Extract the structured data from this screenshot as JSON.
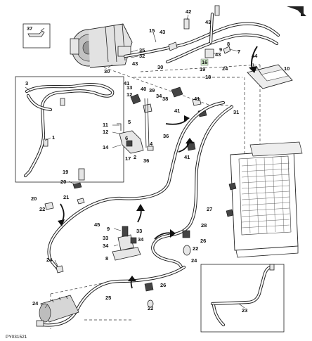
{
  "diagram": {
    "code": "PY031521",
    "highlight_color": "#cfe8c8",
    "callouts": {
      "c37": "37",
      "c42": "42",
      "c43a": "43",
      "c43b": "43",
      "c43c": "43",
      "c43d": "43",
      "c15": "15",
      "c35": "35",
      "c32": "32",
      "c30a": "30",
      "c30b": "30",
      "c7": "7",
      "c8a": "8",
      "c9a": "9",
      "c44": "44",
      "c10": "10",
      "c16": "16",
      "c24a": "24",
      "c19a": "19",
      "c18": "18",
      "c41a": "41",
      "c41b": "41",
      "c41c": "41",
      "c41d": "41",
      "c40": "40",
      "c39": "39",
      "c34a": "34",
      "c38": "38",
      "c13": "13",
      "c12a": "12",
      "c31": "31",
      "c3": "3",
      "c1": "1",
      "c11": "11",
      "c12b": "12",
      "c5": "5",
      "c36a": "36",
      "c36b": "36",
      "c14": "14",
      "c6": "6",
      "c4": "4",
      "c17": "17",
      "c2": "2",
      "c19b": "19",
      "c20a": "20",
      "c20b": "20",
      "c21": "21",
      "c22a": "22",
      "c22b": "22",
      "c45": "45",
      "c27": "27",
      "c9b": "9",
      "c33a": "33",
      "c33b": "33",
      "c34b": "34",
      "c34c": "34",
      "c8b": "8",
      "c28": "28",
      "c26a": "26",
      "c26b": "26",
      "c24b": "24",
      "c24c": "24",
      "c24d": "24",
      "c25": "25",
      "c23": "23"
    }
  }
}
